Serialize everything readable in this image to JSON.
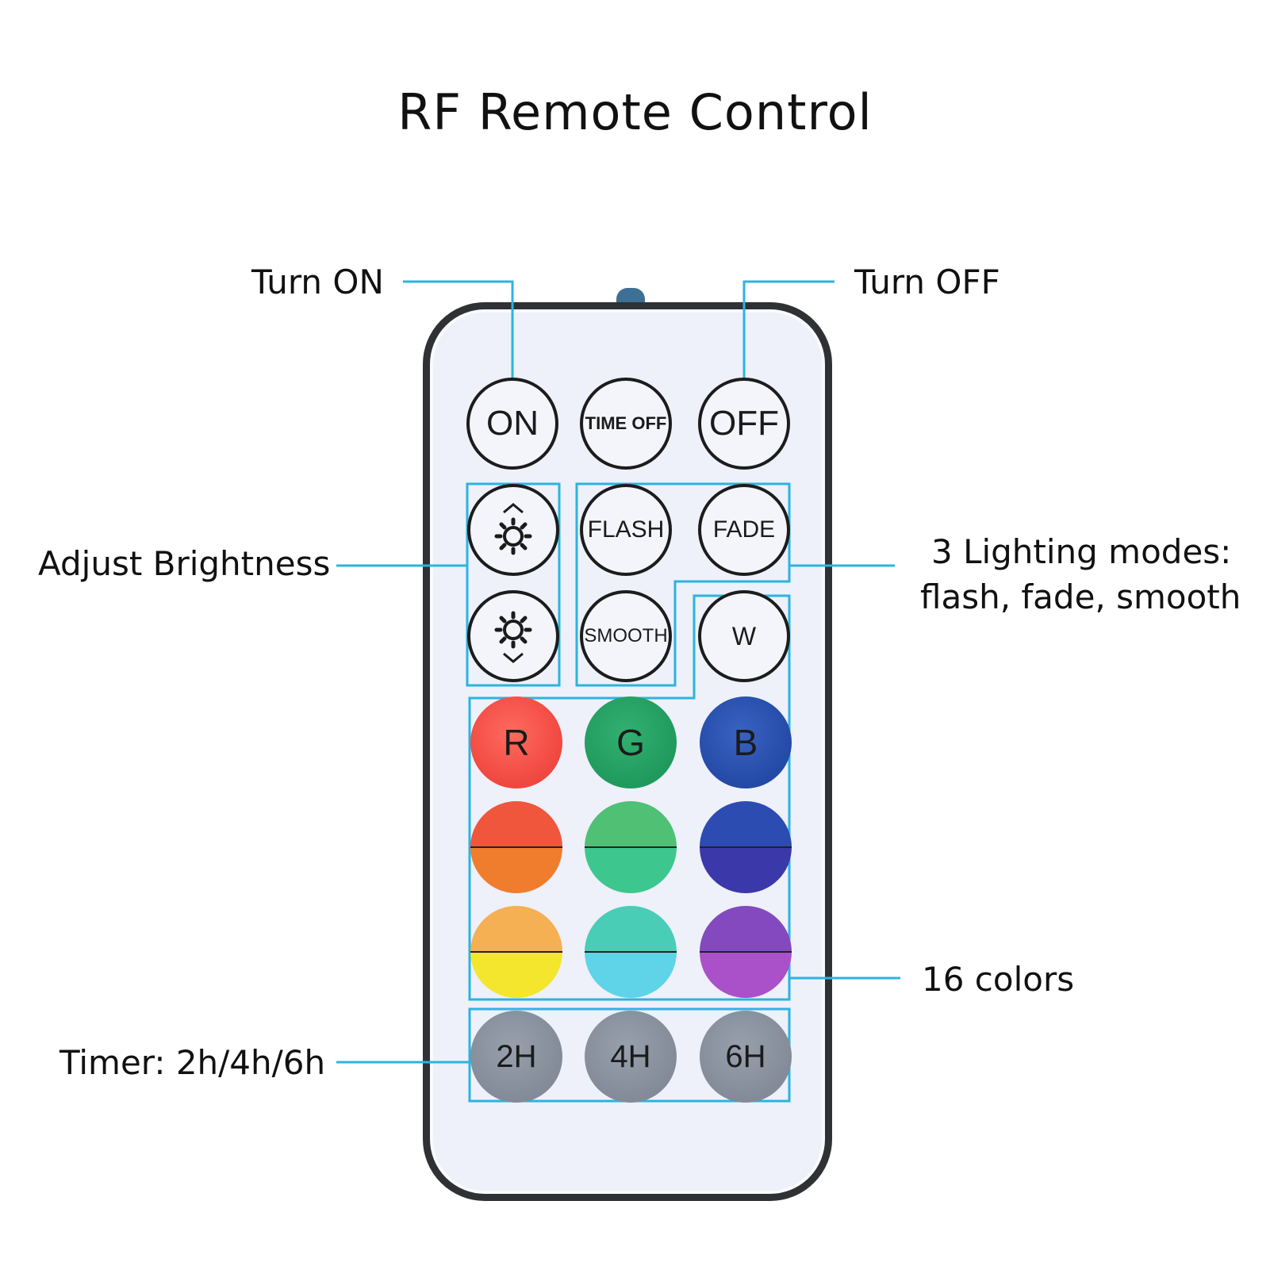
{
  "title": "RF Remote Control",
  "callouts": {
    "turn_on": "Turn ON",
    "turn_off": "Turn OFF",
    "brightness": "Adjust Brightness",
    "modes_line1": "3 Lighting modes:",
    "modes_line2": "flash, fade, smooth",
    "colors": "16 colors",
    "timer": "Timer: 2h/4h/6h"
  },
  "buttons": {
    "on": "ON",
    "time_off": "TIME OFF",
    "off": "OFF",
    "flash": "FLASH",
    "fade": "FADE",
    "smooth": "SMOOTH",
    "w": "W",
    "r": "R",
    "g": "G",
    "b": "B",
    "t2h": "2H",
    "t4h": "4H",
    "t6h": "6H"
  },
  "icons": {
    "brightness_up": "sun-with-up-chevron-icon",
    "brightness_down": "sun-with-down-chevron-icon"
  },
  "colors": {
    "accent": "#2bb4e0",
    "red": "#f0473f",
    "green": "#1f9a5c",
    "blue": "#234aa6",
    "orange_top": "#f0563c",
    "orange_bottom": "#f07c2e",
    "green_top": "#4fc074",
    "green_bottom": "#3dc78f",
    "blue_top": "#2c4cb2",
    "blue_bottom": "#3b38aa",
    "amber_top": "#f4b052",
    "yellow_bottom": "#f3e62c",
    "teal_top": "#49cdb6",
    "cyan_bottom": "#5fd3e8",
    "purple_top": "#8449be",
    "violet_bottom": "#aa50c8",
    "timer_gray": "#838b98"
  }
}
